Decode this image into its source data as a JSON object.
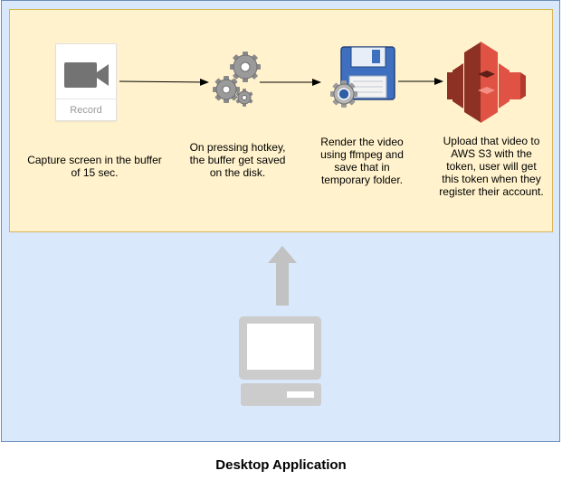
{
  "title": "Desktop Application",
  "steps": [
    {
      "icon": "record-camera-icon",
      "icon_label": "Record",
      "caption": "Capture screen in the buffer\nof 15 sec."
    },
    {
      "icon": "gears-icon",
      "caption": "On pressing hotkey,\nthe buffer get saved\non the disk."
    },
    {
      "icon": "floppy-disk-save-icon",
      "caption": "Render the video\nusing ffmpeg and\nsave that in\ntemporary folder."
    },
    {
      "icon": "aws-s3-icon",
      "caption": "Upload that video to\nAWS S3 with the\ntoken, user will get\nthis token when they\nregister their account."
    }
  ],
  "colors": {
    "outer_fill": "#dae8fc",
    "outer_stroke": "#6c8ebf",
    "inner_fill": "#fff2cc",
    "inner_stroke": "#d6b656",
    "s3_red": "#e05243",
    "s3_dark": "#8c3123",
    "computer_gray": "#cccccc"
  }
}
